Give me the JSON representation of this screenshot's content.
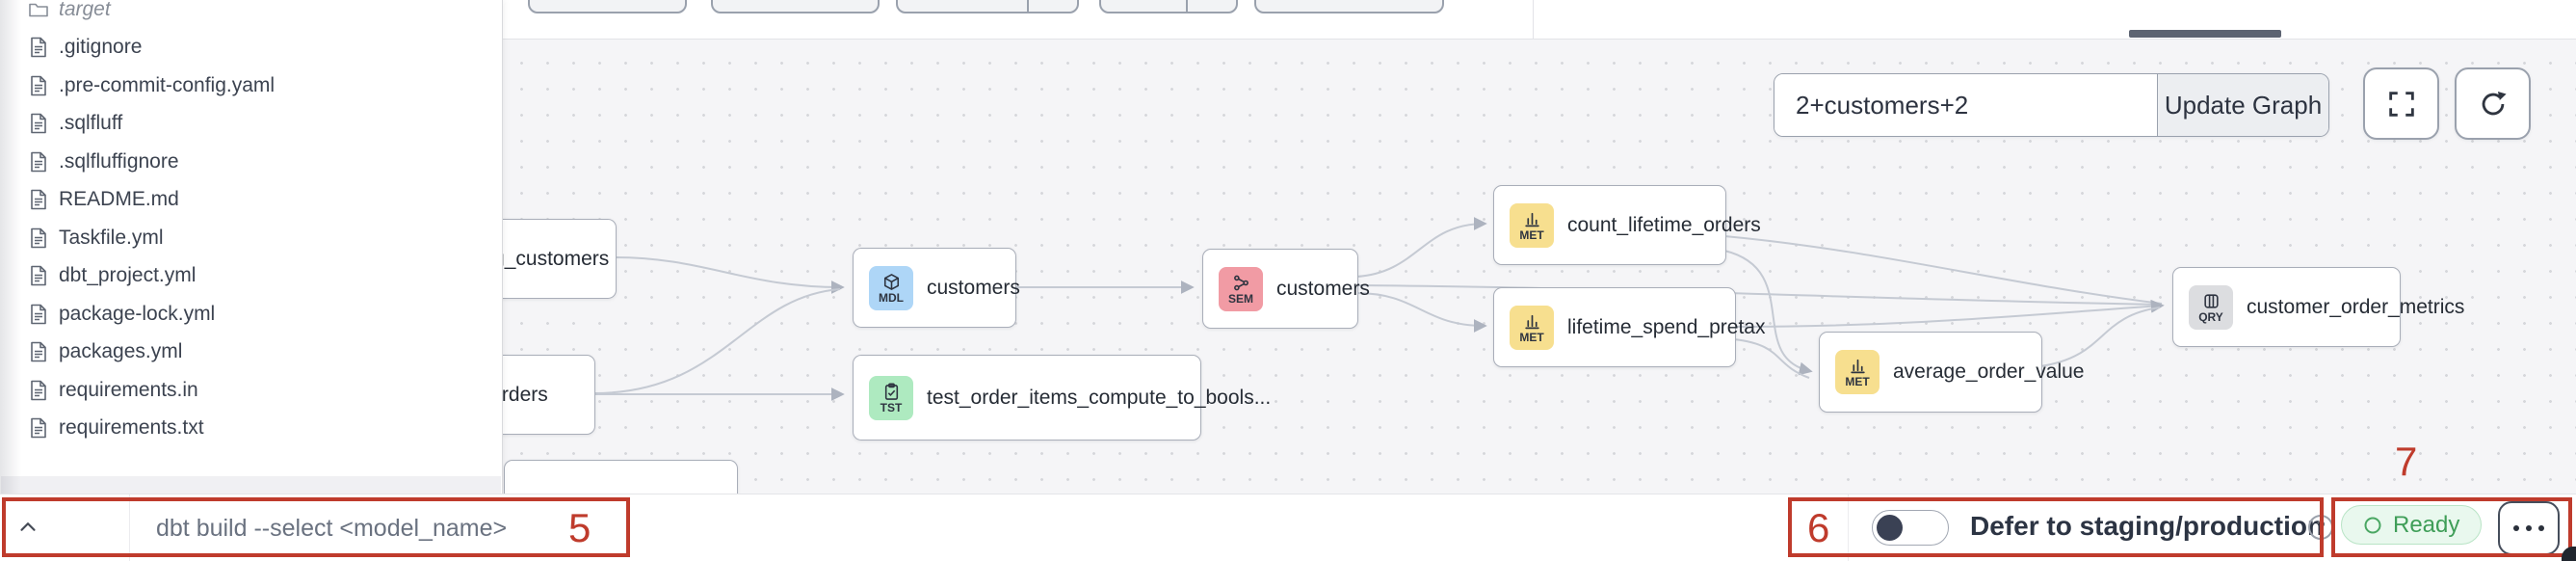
{
  "sidebar": {
    "items": [
      {
        "name": "target",
        "type": "folder"
      },
      {
        "name": ".gitignore",
        "type": "file"
      },
      {
        "name": ".pre-commit-config.yaml",
        "type": "file"
      },
      {
        "name": ".sqlfluff",
        "type": "file"
      },
      {
        "name": ".sqlfluffignore",
        "type": "file"
      },
      {
        "name": "README.md",
        "type": "file"
      },
      {
        "name": "Taskfile.yml",
        "type": "file"
      },
      {
        "name": "dbt_project.yml",
        "type": "file"
      },
      {
        "name": "package-lock.yml",
        "type": "file"
      },
      {
        "name": "packages.yml",
        "type": "file"
      },
      {
        "name": "requirements.in",
        "type": "file"
      },
      {
        "name": "requirements.txt",
        "type": "file"
      }
    ]
  },
  "canvas_toolbar": {
    "search_value": "2+customers+2",
    "update_graph_label": "Update Graph"
  },
  "graph": {
    "nodes": [
      {
        "id": "stg_customers",
        "label": "stg_customers",
        "badge": ""
      },
      {
        "id": "orders",
        "label": "orders",
        "badge": ""
      },
      {
        "id": "customers_model",
        "label": "customers",
        "badge": "MDL"
      },
      {
        "id": "test_order_items",
        "label": "test_order_items_compute_to_bools...",
        "badge": "TST"
      },
      {
        "id": "customers_semantic",
        "label": "customers",
        "badge": "SEM"
      },
      {
        "id": "count_lifetime_orders",
        "label": "count_lifetime_orders",
        "badge": "MET"
      },
      {
        "id": "lifetime_spend_pretax",
        "label": "lifetime_spend_pretax",
        "badge": "MET"
      },
      {
        "id": "average_order_value",
        "label": "average_order_value",
        "badge": "MET"
      },
      {
        "id": "customer_order_metrics",
        "label": "customer_order_metrics",
        "badge": "QRY"
      }
    ]
  },
  "command_bar": {
    "placeholder": "dbt build --select <model_name>"
  },
  "defer_toggle": {
    "label": "Defer to staging/production",
    "state": "off"
  },
  "status": {
    "label": "Ready"
  },
  "annotations": {
    "n5": "5",
    "n6": "6",
    "n7": "7"
  },
  "colors": {
    "annotation": "#bf3b2c",
    "ready_text": "#3f9e58",
    "badge_mdl": "#aed6f7",
    "badge_tst": "#aeeac0",
    "badge_sem": "#f19ba4",
    "badge_met": "#f7df8f",
    "badge_qry": "#dcdde0"
  }
}
